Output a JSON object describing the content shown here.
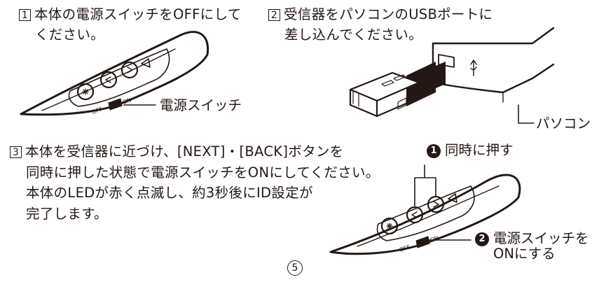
{
  "step1": {
    "number": "1",
    "line1": "本体の電源スイッチをOFFにして",
    "line2": "ください。",
    "switch_label": "電源スイッチ",
    "switch_off": "OFF",
    "switch_on": "ON"
  },
  "step2": {
    "number": "2",
    "line1": "受信器をパソコンのUSBポートに",
    "line2": "差し込んでください。",
    "pc_label": "パソコン"
  },
  "step3": {
    "number": "3",
    "line1": "本体を受信器に近づけ、[NEXT]・[BACK]ボタンを",
    "line2": "同時に押した状態で電源スイッチをONにしてください。",
    "line3": "本体のLEDが赤く点滅し、約3秒後にID設定が",
    "line4": "完了します。",
    "callout1_number": "1",
    "callout1_text": "同時に押す",
    "callout2_number": "2",
    "callout2_line1": "電源スイッチを",
    "callout2_line2": "ONにする",
    "switch_off": "OFF",
    "switch_on": "ON"
  },
  "page_number": "5"
}
